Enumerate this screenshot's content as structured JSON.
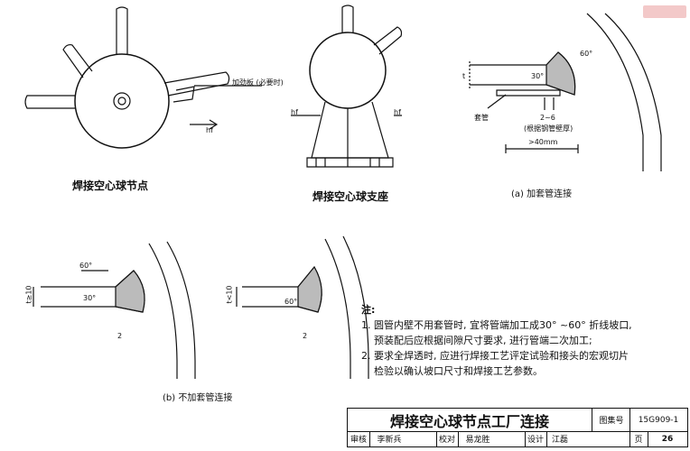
{
  "captions": {
    "node": "焊接空心球节点",
    "support": "焊接空心球支座",
    "a": "(a) 加套管连接",
    "b": "(b) 不加套管连接"
  },
  "labels": {
    "stiffener": "加劲板 (必要时)",
    "hf1": "hf",
    "hf2": "hf",
    "hf3": "hf",
    "sleeve": "套管",
    "gap": "2~6",
    "gap_note": "(根据钢管壁厚)",
    "len": ">40mm",
    "t_a": "t",
    "angle_a": "60°",
    "dim_a": "30°",
    "tle": "t≥10",
    "tlt": "t<10",
    "angle_b1": "60°",
    "angle_b1b": "30°",
    "angle_b2": "60°",
    "gap_b1": "2",
    "gap_b2": "2"
  },
  "notes": {
    "title": "注:",
    "item1": "1. 圆管内壁不用套管时, 宜将管端加工成30° ~60° 折线坡口,",
    "item1b": "预装配后应根据间隙尺寸要求, 进行管端二次加工;",
    "item2": "2. 要求全焊透时, 应进行焊接工艺评定试验和接头的宏观切片",
    "item2b": "检验以确认坡口尺寸和焊接工艺参数。"
  },
  "titleblock": {
    "title": "焊接空心球节点工厂连接",
    "atlas_label": "图集号",
    "atlas_no": "15G909-1",
    "review": "审核",
    "reviewer": "李新兵",
    "check": "校对",
    "checker": "易龙胜",
    "design": "设计",
    "designer": "江磊",
    "page_label": "页",
    "page_no": "26"
  }
}
